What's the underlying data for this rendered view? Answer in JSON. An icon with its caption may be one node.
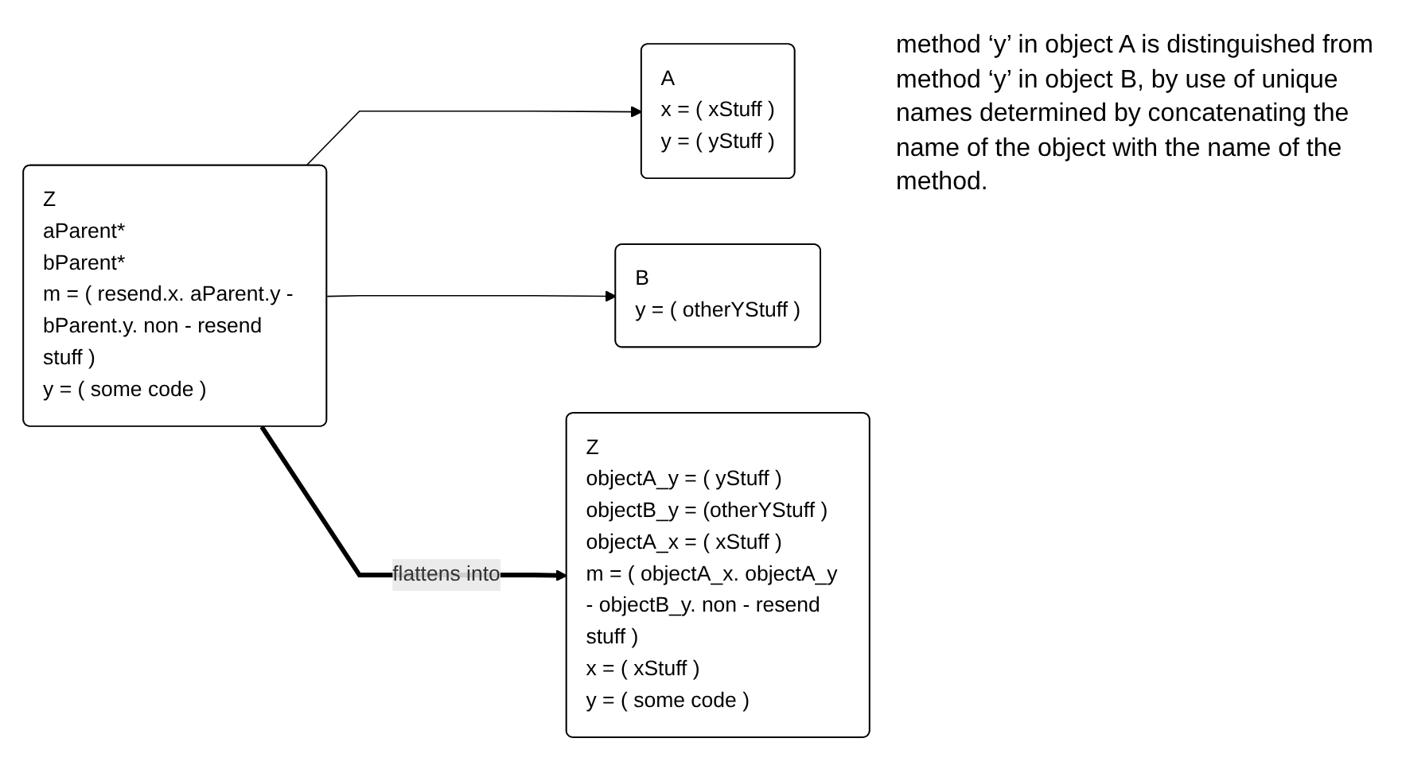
{
  "diagram": {
    "nodes": [
      {
        "text": [
          "A",
          "x = ( xStuff )",
          "y = ( yStuff )"
        ]
      },
      {
        "text": [
          "B",
          "y = ( otherYStuff )"
        ]
      },
      {
        "text": [
          "Z",
          "aParent*",
          "bParent*",
          "m = ( resend.x. aParent.y - bParent.y. non - resend stuff )",
          "y = ( some code )"
        ]
      },
      {
        "text": [
          "Z",
          "objectA_y = ( yStuff )",
          "objectB_y = (otherYStuff )",
          "objectA_x = ( xStuff )",
          "m = ( objectA_x. objectA_y - objectB_y. non - resend stuff )",
          "x = ( xStuff )",
          "y = ( some code )"
        ]
      }
    ],
    "edges": [
      {
        "from": 2,
        "to": 0,
        "arrow": "to"
      },
      {
        "from": 2,
        "to": 1,
        "arrow": "to"
      },
      {
        "from": 2,
        "to": 3,
        "arrow": "to",
        "label": "flattens into",
        "style": "thick"
      }
    ],
    "labels": [
      "method ‘y’ in object A is distinguished from method ‘y’ in object B, by use of unique names determined by concatenating the name of the object with the name of the method."
    ]
  }
}
